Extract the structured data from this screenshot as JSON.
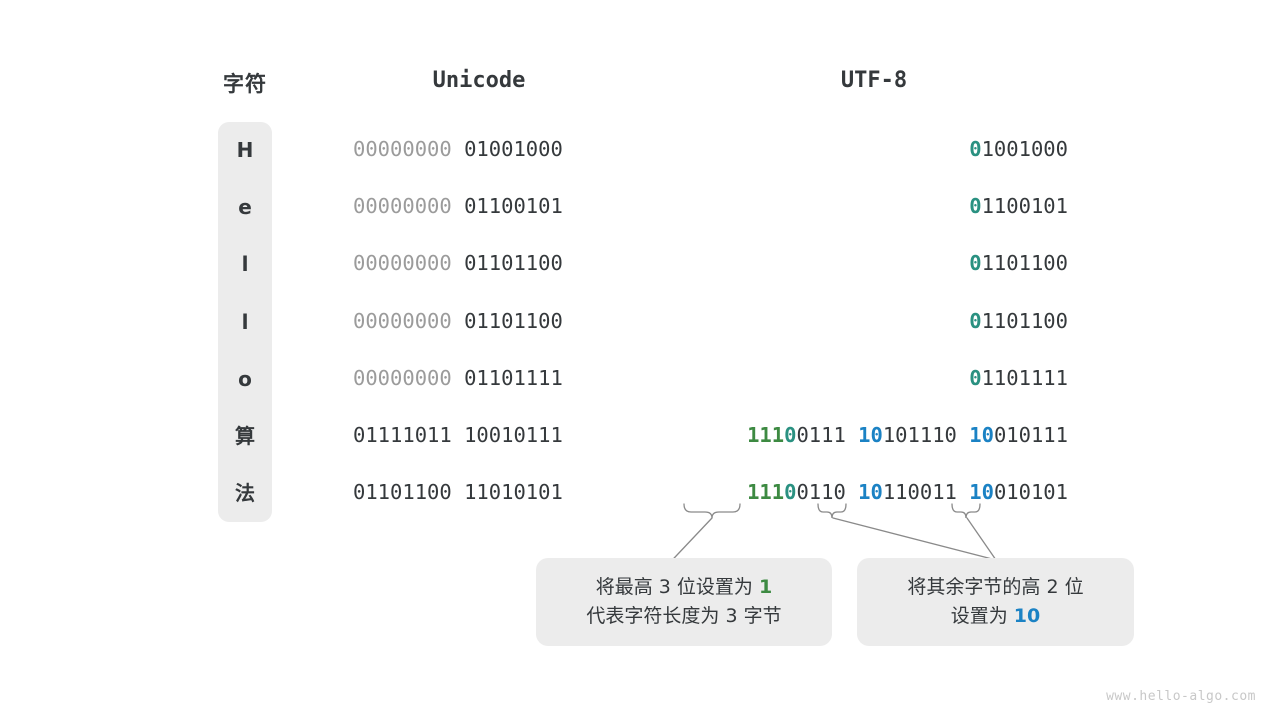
{
  "headers": {
    "char": "字符",
    "unicode": "Unicode",
    "utf8": "UTF-8"
  },
  "rows": [
    {
      "char": "H",
      "unicode_segments": [
        {
          "text": "00000000",
          "style": "dim"
        },
        {
          "text": " ",
          "style": "dim"
        },
        {
          "text": "01001000",
          "style": "dark"
        }
      ],
      "utf8_segments": [
        {
          "text": "0",
          "style": "teal"
        },
        {
          "text": "1001000",
          "style": "dark"
        }
      ]
    },
    {
      "char": "e",
      "unicode_segments": [
        {
          "text": "00000000",
          "style": "dim"
        },
        {
          "text": " ",
          "style": "dim"
        },
        {
          "text": "01100101",
          "style": "dark"
        }
      ],
      "utf8_segments": [
        {
          "text": "0",
          "style": "teal"
        },
        {
          "text": "1100101",
          "style": "dark"
        }
      ]
    },
    {
      "char": "l",
      "unicode_segments": [
        {
          "text": "00000000",
          "style": "dim"
        },
        {
          "text": " ",
          "style": "dim"
        },
        {
          "text": "01101100",
          "style": "dark"
        }
      ],
      "utf8_segments": [
        {
          "text": "0",
          "style": "teal"
        },
        {
          "text": "1101100",
          "style": "dark"
        }
      ]
    },
    {
      "char": "l",
      "unicode_segments": [
        {
          "text": "00000000",
          "style": "dim"
        },
        {
          "text": " ",
          "style": "dim"
        },
        {
          "text": "01101100",
          "style": "dark"
        }
      ],
      "utf8_segments": [
        {
          "text": "0",
          "style": "teal"
        },
        {
          "text": "1101100",
          "style": "dark"
        }
      ]
    },
    {
      "char": "o",
      "unicode_segments": [
        {
          "text": "00000000",
          "style": "dim"
        },
        {
          "text": " ",
          "style": "dim"
        },
        {
          "text": "01101111",
          "style": "dark"
        }
      ],
      "utf8_segments": [
        {
          "text": "0",
          "style": "teal"
        },
        {
          "text": "1101111",
          "style": "dark"
        }
      ]
    },
    {
      "char": "算",
      "unicode_segments": [
        {
          "text": "01111011",
          "style": "dark"
        },
        {
          "text": " ",
          "style": "dark"
        },
        {
          "text": "10010111",
          "style": "dark"
        }
      ],
      "utf8_segments": [
        {
          "text": "111",
          "style": "green"
        },
        {
          "text": "0",
          "style": "teal"
        },
        {
          "text": "0111",
          "style": "dark"
        },
        {
          "text": " ",
          "style": "dark"
        },
        {
          "text": "10",
          "style": "blue"
        },
        {
          "text": "101110",
          "style": "dark"
        },
        {
          "text": " ",
          "style": "dark"
        },
        {
          "text": "10",
          "style": "blue"
        },
        {
          "text": "010111",
          "style": "dark"
        }
      ]
    },
    {
      "char": "法",
      "unicode_segments": [
        {
          "text": "01101100",
          "style": "dark"
        },
        {
          "text": " ",
          "style": "dark"
        },
        {
          "text": "11010101",
          "style": "dark"
        }
      ],
      "utf8_segments": [
        {
          "text": "111",
          "style": "green"
        },
        {
          "text": "0",
          "style": "teal"
        },
        {
          "text": "0110",
          "style": "dark"
        },
        {
          "text": " ",
          "style": "dark"
        },
        {
          "text": "10",
          "style": "blue"
        },
        {
          "text": "110011",
          "style": "dark"
        },
        {
          "text": " ",
          "style": "dark"
        },
        {
          "text": "10",
          "style": "blue"
        },
        {
          "text": "010101",
          "style": "dark"
        }
      ]
    }
  ],
  "callouts": [
    {
      "id": "lead-byte-note",
      "line1_pre": "将最高 3 位设置为 ",
      "line1_hl": "1",
      "line1_post": "",
      "line2_pre": "代表字符长度为 3 字节",
      "line2_hl": "",
      "line2_post": "",
      "highlight_color": "#3d8a42"
    },
    {
      "id": "continuation-byte-note",
      "line1_pre": "将其余字节的高 2 位",
      "line1_hl": "",
      "line1_post": "",
      "line2_pre": "设置为 ",
      "line2_hl": "10",
      "line2_post": "",
      "highlight_color": "#1b82c4"
    }
  ],
  "watermark": "www.hello-algo.com",
  "colors": {
    "text_dark": "#35393c",
    "text_dim": "#9b9b9b",
    "teal": "#2a9181",
    "green": "#3d8a42",
    "blue": "#1b82c4",
    "panel_bg": "#ececec",
    "page_bg": "#ffffff"
  }
}
